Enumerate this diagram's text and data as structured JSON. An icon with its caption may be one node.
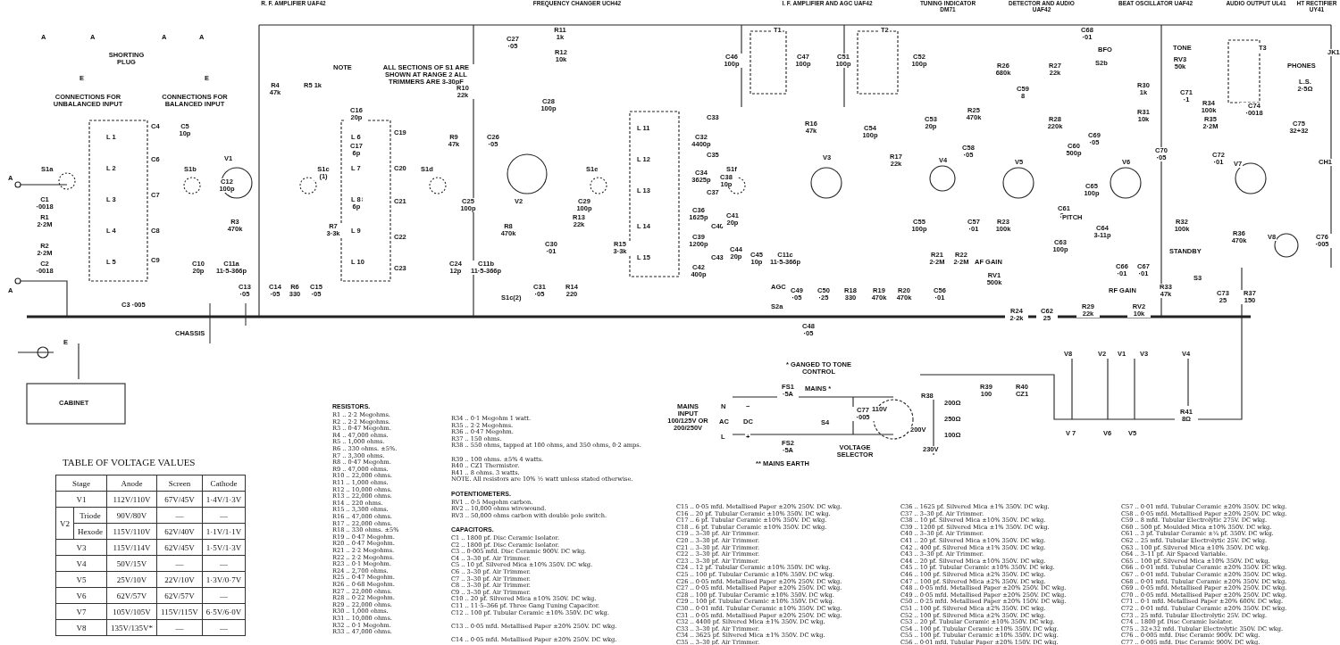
{
  "diagram": {
    "labels": [
      "R. F. AMPLIFIER UAF42",
      "FREQUENCY CHANGER UCH42",
      "I. F. AMPLIFIER AND AGC UAF42",
      "TUNING INDICATOR DM71",
      "DETECTOR AND AUDIO UAF42",
      "BEAT OSCILLATOR UAF42",
      "AUDIO OUTPUT UL41",
      "HT RECTIFIER UY41",
      "A",
      "A",
      "SHORTING PLUG",
      "E",
      "CONNECTIONS FOR UNBALANCED INPUT",
      "A",
      "A",
      "E",
      "CONNECTIONS FOR BALANCED INPUT",
      "NOTE",
      "ALL SECTIONS OF S1 ARE SHOWN AT RANGE 2 ALL TRIMMERS ARE 3-30pF",
      "S1a",
      "A",
      "C1 ·0018",
      "R1 2·2M",
      "R2 2·2M",
      "C2 ·0018",
      "A",
      "C3 ·005",
      "C4",
      "C5 10p",
      "C6",
      "C7",
      "C8",
      "C9",
      "L 1",
      "L 2",
      "L 3",
      "L 4",
      "L 5",
      "S1b",
      "C12 100p",
      "R3 470k",
      "C10 20p",
      "C11a 11·5-366p",
      "C13 ·05",
      "C14 ·05",
      "R6 330",
      "C15 ·05",
      "CHASSIS",
      "E",
      "CABINET",
      "V1",
      "R4 47k",
      "R5 1k",
      "S1c (1)",
      "R7 3·3k",
      "C16 20p",
      "C17 6p",
      "C18 6p",
      "C19",
      "C20",
      "C21",
      "C22",
      "C23",
      "L 6",
      "L 7",
      "L 8",
      "L 9",
      "L 10",
      "S1d",
      "C24 12p",
      "C11b 11·5-366p",
      "C25 100p",
      "S1c(2)",
      "R9 47k",
      "C26 ·05",
      "R10 22k",
      "C27 ·05",
      "R11 1k",
      "R12 10k",
      "C28 100p",
      "V2",
      "R8 470k",
      "C30 ·01",
      "C31 ·05",
      "R14 220",
      "R13 22k",
      "S1e",
      "C29 100p",
      "R15 3·3k",
      "L 11",
      "L 12",
      "L 13",
      "L 14",
      "L 15",
      "C32 4400p",
      "C33",
      "C34 3625p",
      "C35",
      "C36 1625p",
      "C37",
      "C38 10p",
      "C39 1200p",
      "C40",
      "C41 20p",
      "C42 400p",
      "C43",
      "C44 20p",
      "S1f",
      "C45 10p",
      "C11c 11·5-366p",
      "AGC",
      "S2a",
      "T1",
      "C46 100p",
      "C47 100p",
      "T2",
      "C51 100p",
      "C52 100p",
      "R16 47k",
      "V3",
      "C53 20p",
      "C54 100p",
      "R17 22k",
      "C49 ·05",
      "C50 ·25",
      "R18 330",
      "C48 ·05",
      "R25 470k",
      "C58 ·05",
      "R19 470k",
      "R20 470k",
      "V4",
      "C55 100p",
      "R21 2·2M",
      "R22 2·2M",
      "C56 ·01",
      "C57 ·01",
      "R23 100k",
      "AF GAIN",
      "RV1 500k",
      "R26 680k",
      "R27 22k",
      "C59 8",
      "R28 220k",
      "V5",
      "C60 500p",
      "C61 3p",
      "C68 ·01",
      "BFO",
      "S2b",
      "R30 1k",
      "R31 10k",
      "C69 ·05",
      "V6",
      "C65 100p",
      "PITCH",
      "C63 100p",
      "C64 3-11p",
      "C66 ·01",
      "C67 ·01",
      "C70 ·05",
      "R24 2·2k",
      "C62 25",
      "R29 22k",
      "RF GAIN",
      "RV2 10k",
      "R33 47k",
      "STANDBY",
      "S3",
      "R32 100k",
      "TONE",
      "RV3 50k",
      "T3",
      "C71 ·1",
      "R34 100k",
      "JK1",
      "PHONES",
      "L.S. 2·5Ω",
      "C74 ·0018",
      "R35 2·2M",
      "C72 ·01",
      "V7",
      "R36 470k",
      "C75 32+32",
      "CH1",
      "V8",
      "C76 ·005",
      "C73 25",
      "R37 150",
      "* GANGED TO TONE CONTROL",
      "MAINS *",
      "MAINS INPUT 100/125V OR 200/250V",
      "N",
      "−",
      "AC",
      "DC",
      "L",
      "+",
      "FS1 ·5A",
      "FS2 ·5A",
      "S4",
      "C77 ·005",
      "** MAINS EARTH",
      "VOLTAGE SELECTOR",
      "110V",
      "R38",
      "200Ω",
      "200V",
      "250Ω",
      "100Ω",
      "230V",
      "R39 100",
      "R40 CZ1",
      "V8",
      "V2",
      "V1",
      "V3",
      "V4",
      "V 7",
      "V6",
      "V5",
      "R41 8Ω",
      "TABLE OF VOLTAGE VALUES",
      "Stage",
      "Anode",
      "Screen",
      "Cathode",
      "V1",
      "112V/110V",
      "67V/45V",
      "1·4V/1·3V",
      "V2",
      "Triode",
      "90V/80V",
      "—",
      "—",
      "Hexode",
      "115V/110V",
      "62V/40V",
      "1·1V/1·1V",
      "V3",
      "115V/114V",
      "62V/45V",
      "1·5V/1·3V",
      "V4",
      "50V/15V",
      "—",
      "—",
      "V5",
      "25V/10V",
      "22V/10V",
      "1·3V/0·7V",
      "V6",
      "62V/57V",
      "62V/57V",
      "—",
      "V7",
      "105V/105V",
      "115V/115V",
      "6·5V/6·0V",
      "V8",
      "135V/135V*",
      "—",
      "—",
      "RESISTORS.",
      "R1 .. 2·2 Megohms.",
      "R2 .. 2·2 Megohms.",
      "R3 .. 0·47 Megohm.",
      "R4 .. 47,000 ohms.",
      "R5 .. 1,000 ohms.",
      "R6 .. 330 ohms. ±5%.",
      "R7 .. 3,300 ohms.",
      "R8 .. 0·47 Megohm.",
      "R9 .. 47,000 ohms.",
      "R10 .. 22,000 ohms.",
      "R11 .. 1,000 ohms.",
      "R12 .. 10,000 ohms.",
      "R13 .. 22,000 ohms.",
      "R14 .. 220 ohms.",
      "R15 .. 3,300 ohms.",
      "R16 .. 47,000 ohms.",
      "R17 .. 22,000 ohms.",
      "R18 .. 330 ohms. ±5%",
      "R19 .. 0·47 Megohm.",
      "R20 .. 0·47 Megohm.",
      "R21 .. 2·2 Megohms.",
      "R22 .. 2·2 Megohms.",
      "R23 .. 0·1 Megohm.",
      "R24 .. 2,700 ohms.",
      "R25 .. 0·47 Megohm.",
      "R26 .. 0·68 Megohm.",
      "R27 .. 22,000 ohms.",
      "R28 .. 0·22 Megohm.",
      "R29 .. 22,000 ohms.",
      "R30 .. 1,000 ohms.",
      "R31 .. 10,000 ohms.",
      "R32 .. 0·1 Megohm.",
      "R33 .. 47,000 ohms.",
      "R34 .. 0·1 Megohm 1 watt.",
      "R35 .. 2·2 Megohms.",
      "R36 .. 0·47 Megohm.",
      "R37 .. 150 ohms.",
      "R38 .. 550 ohms, tapped at 100 ohms, and 350 ohms, 0·2 amps.",
      "R39 .. 100 ohms. ±5% 4 watts.",
      "R40 .. CZ1 Thermistor.",
      "R41 .. 8 ohms. 3 watts.",
      "NOTE. All resistors are 10% ½ watt unless stated otherwise.",
      "POTENTIOMETERS.",
      "RV1 .. 0·5 Megohm carbon.",
      "RV2 .. 10,000 ohms wirewound.",
      "RV3 .. 50,000 ohms carbon with double pole switch.",
      "CAPACITORS.",
      "C1 .. 1800 pf. Disc Ceramic Isolator.",
      "C2 .. 1800 pf. Disc Ceramic Isolator.",
      "C3 .. 0·005 mfd. Disc Ceramic 900V. DC wkg.",
      "C4 .. 3–30 pf. Air Trimmer.",
      "C5 .. 10 pf. Silvered Mica ±10% 350V. DC wkg.",
      "C6 .. 3–30 pf. Air Trimmer.",
      "C7 .. 3–30 pf. Air Trimmer.",
      "C8 .. 3–30 pf. Air Trimmer.",
      "C9 .. 3–30 pf. Air Trimmer.",
      "C10 .. 20 pf. Silvered Mica ±10% 350V. DC wkg.",
      "C11 .. 11·5–366 pf. Three Gang Tuning Capacitor.",
      "C12 .. 100 pf. Tubular Ceramic ±10% 350V. DC wkg.",
      "C13 .. 0·05 mfd. Metallised Paper ±20% 250V. DC wkg.",
      "C14 .. 0·05 mfd. Metallised Paper ±20% 250V. DC wkg.",
      "C15 .. 0·05 mfd. Metallised Paper ±20% 250V. DC wkg.",
      "C16 .. 20 pf. Tubular Ceramic ±10% 350V. DC wkg.",
      "C17 .. 6 pf. Tubular Ceramic ±10% 350V. DC wkg.",
      "C18 .. 6 pf. Tubular Ceramic ±10% 350V. DC wkg.",
      "C19 .. 3–30 pf. Air Trimmer.",
      "C20 .. 3–30 pf. Air Trimmer.",
      "C21 .. 3–30 pf. Air Trimmer.",
      "C22 .. 3–30 pf. Air Trimmer.",
      "C23 .. 3–30 pf. Air Trimmer.",
      "C24 .. 12 pf. Tubular Ceramic ±10% 350V. DC wkg.",
      "C25 .. 100 pf. Tubular Ceramic ±10% 350V. DC wkg.",
      "C26 .. 0·05 mfd. Metallised Paper ±20% 250V. DC wkg.",
      "C27 .. 0·05 mfd. Metallised Paper ±20% 250V. DC wkg.",
      "C28 .. 100 pf. Tubular Ceramic ±10% 350V. DC wkg.",
      "C29 .. 100 pf. Tubular Ceramic ±10% 350V. DC wkg.",
      "C30 .. 0·01 mfd. Tubular Ceramic ±10% 350V. DC wkg.",
      "C31 .. 0·05 mfd. Metallised Paper ±20% 250V. DC wkg.",
      "C32 .. 4400 pf. Silvered Mica ±1% 350V. DC wkg.",
      "C33 .. 3–30 pf. Air Trimmer.",
      "C34 .. 3625 pf. Silvered Mica ±1% 350V. DC wkg.",
      "C35 .. 3–30 pf. Air Trimmer.",
      "C36 .. 1625 pf. Silvered Mica ±1% 350V. DC wkg.",
      "C37 .. 3–30 pf. Air Trimmer.",
      "C38 .. 10 pf. Silvered Mica ±10% 350V. DC wkg.",
      "C39 .. 1200 pf. Silvered Mica ±1% 350V. DC wkg.",
      "C40 .. 3–30 pf. Air Trimmer.",
      "C41 .. 20 pf. Silvered Mica ±10% 350V. DC wkg.",
      "C42 .. 400 pf. Silvered Mica ±1% 350V. DC wkg.",
      "C43 .. 3–30 pf. Air Trimmer.",
      "C44 .. 20 pf. Silvered Mica ±10% 350V. DC wkg.",
      "C45 .. 10 pf. Tubular Ceramic ±10% 350V. DC wkg.",
      "C46 .. 100 pf. Silvered Mica ±2% 350V. DC wkg.",
      "C47 .. 100 pf. Silvered Mica ±2% 350V. DC wkg.",
      "C48 .. 0·05 mfd. Metallised Paper ±20% 250V. DC wkg.",
      "C49 .. 0·05 mfd. Metallised Paper ±20% 250V. DC wkg.",
      "C50 .. 0·25 mfd. Metallised Paper ±20% 150V. DC wkg.",
      "C51 .. 100 pf. Silvered Mica ±2% 350V. DC wkg.",
      "C52 .. 100 pf. Silvered Mica ±2% 350V. DC wkg.",
      "C53 .. 20 pf. Tubular Ceramic ±10% 350V. DC wkg.",
      "C54 .. 100 pf. Tubular Ceramic ±10% 350V. DC wkg.",
      "C55 .. 100 pf. Tubular Ceramic ±10% 350V. DC wkg.",
      "C56 .. 0·01 mfd. Tubular Paper ±20% 150V. DC wkg.",
      "C57 .. 0·01 mfd. Tubular Ceramic ±20% 350V. DC wkg.",
      "C58 .. 0·05 mfd. Metallised Paper ±20% 250V. DC wkg.",
      "C59 .. 8 mfd. Tubular Electrolytic 275V. DC wkg.",
      "C60 .. 500 pf. Moulded Mica ±10% 350V. DC wkg.",
      "C61 .. 3 pf. Tubular Ceramic ±¼ pf. 350V. DC wkg.",
      "C62 .. 25 mfd. Tubular Electrolytic 25V. DC wkg.",
      "C63 .. 100 pf. Silvered Mica ±10% 350V. DC wkg.",
      "C64 .. 3–11 pf. Air Spaced Variable.",
      "C65 .. 100 pf. Silvered Mica ±10% 350V. DC wkg.",
      "C66 .. 0·01 mfd. Tubular Ceramic ±20% 350V. DC wkg.",
      "C67 .. 0·01 mfd. Tubular Ceramic ±20% 350V. DC wkg.",
      "C68 .. 0·01 mfd. Tubular Ceramic ±20% 350V. DC wkg.",
      "C69 .. 0·05 mfd. Metallised Paper ±20% 250V. DC wkg.",
      "C70 .. 0·05 mfd. Metallised Paper ±20% 250V. DC wkg.",
      "C71 .. 0·1 mfd. Metallised Paper ±20% 600V. DC wkg.",
      "C72 .. 0·01 mfd. Tubular Ceramic ±20% 350V. DC wkg.",
      "C73 .. 25 mfd. Tubular Electrolytic 25V. DC wkg.",
      "C74 .. 1800 pf. Disc Ceramic Isolator.",
      "C75 .. 32+32 mfd. Tubular Electrolytic 350V. DC wkg.",
      "C76 .. 0·005 mfd. Disc Ceramic 900V. DC wkg.",
      "C77 .. 0·005 mfd. Disc Ceramic 900V. DC wkg."
    ]
  }
}
